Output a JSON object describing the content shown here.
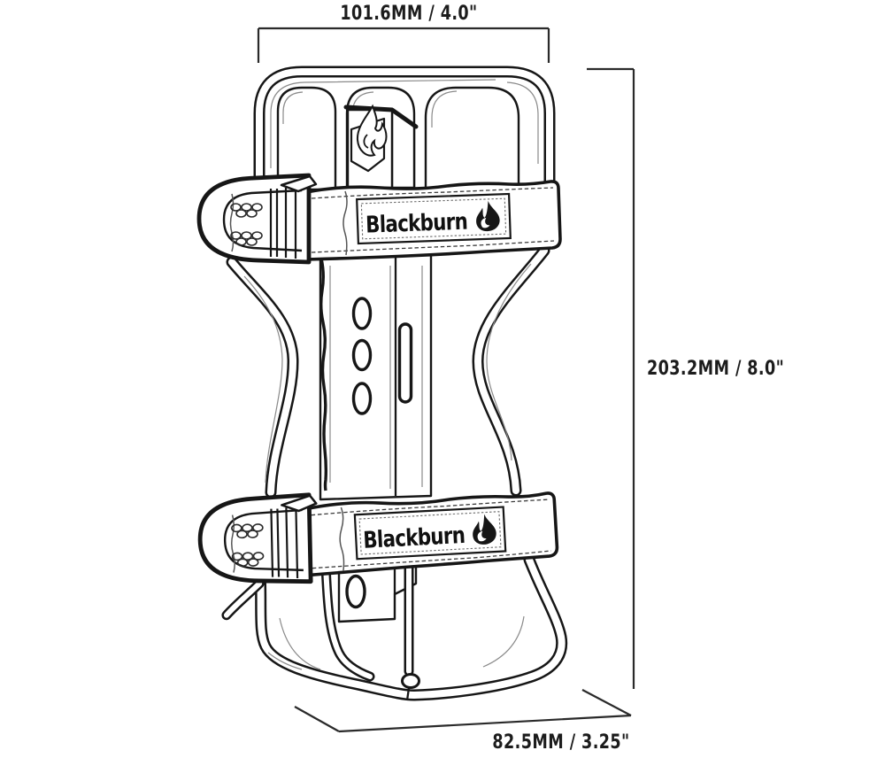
{
  "colors": {
    "ink": "#1c1c1c",
    "paper": "#ffffff"
  },
  "annotations": {
    "width_label": "101.6MM / 4.0\"",
    "height_label": "203.2MM / 8.0\"",
    "depth_label": "82.5MM / 3.25\""
  },
  "straps": {
    "upper_logo_text": "Blackburn",
    "lower_logo_text": "Blackburn"
  },
  "icons": {
    "strap_logo": "blackburn-flame-icon",
    "headbadge": "flame-outline-icon"
  }
}
